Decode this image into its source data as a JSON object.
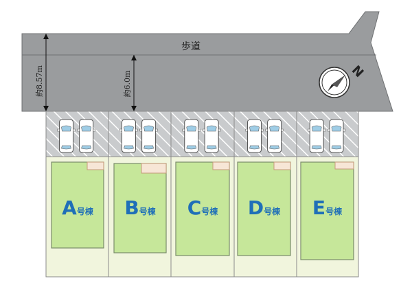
{
  "road": {
    "label": "歩道",
    "fill": "#9a9c9e",
    "line": "#6f7173"
  },
  "dimensions": {
    "full_width": "約8.57m",
    "roadway_width": "約6.0m"
  },
  "compass": {
    "letter": "N"
  },
  "colors": {
    "lot_fill": "#f1f5dd",
    "house_fill": "#c6e79a",
    "house_stroke": "#7a8d6a",
    "parking_fill": "#c9cbcd",
    "lot_border": "#8b8b8b",
    "label": "#1f6fb8",
    "car": "#ffffff"
  },
  "lots": [
    {
      "letter": "A",
      "suffix": "号棟"
    },
    {
      "letter": "B",
      "suffix": "号棟"
    },
    {
      "letter": "C",
      "suffix": "号棟"
    },
    {
      "letter": "D",
      "suffix": "号棟"
    },
    {
      "letter": "E",
      "suffix": "号棟"
    }
  ]
}
